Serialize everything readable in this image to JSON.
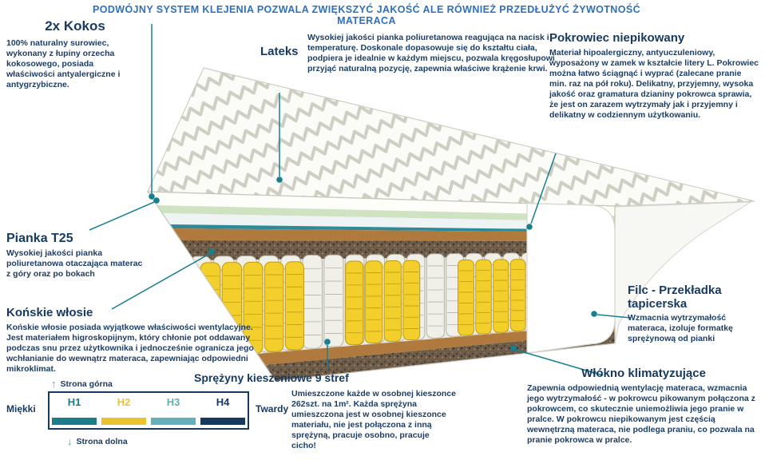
{
  "title": "PODWÓJNY SYSTEM KLEJENIA POZWALA ZWIĘKSZYĆ JAKOŚĆ ALE RÓWNIEŻ PRZEDŁUŻYĆ ŻYWOTNOŚĆ MATERACA",
  "callouts": {
    "kokos": {
      "heading": "2x Kokos",
      "body": "100% naturalny surowiec, wykonany z łupiny orzecha kokosowego, posiada właściwości antyalergiczne i antygrzybiczne."
    },
    "lateks": {
      "heading": "Lateks",
      "body": "Wysokiej jakości pianka poliuretanowa reagująca na nacisk i temperaturę. Doskonale dopasowuje się do kształtu ciała, podpiera je idealnie w każdym miejscu, pozwala kręgosłupowi przyjąć naturalną pozycję, zapewnia właściwe krążenie krwi."
    },
    "pokrowiec": {
      "heading": "Pokrowiec niepikowany",
      "body": "Materiał hipoalergiczny, antyuczuleniowy, wyposażony w zamek w kształcie litery L. Pokrowiec można łatwo ściągnąć i wyprać (zalecane pranie min. raz na pół roku). Delikatny, przyjemny, wysoka jakość oraz gramatura dzianiny pokrowca sprawia, że jest on zarazem wytrzymały jak i przyjemny i delikatny w codziennym użytkowaniu."
    },
    "pianka": {
      "heading": "Pianka T25",
      "body": "Wysokiej jakości pianka poliuretanowa otaczająca materac z góry oraz po bokach"
    },
    "konskie": {
      "heading": "Końskie włosie",
      "body": "Końskie włosie posiada wyjątkowe właściwości wentylacyjne. Jest materiałem higroskopijnym, który chłonie pot oddawany podczas snu przez użytkownika i jednocześnie ogranicza jego wchłanianie do wewnątrz materaca, zapewniając odpowiedni mikroklimat."
    },
    "sprezyny": {
      "heading": "Sprężyny kieszeniowe 9 stref",
      "body": "Umieszczone każde w osobnej kieszonce 262szt. na 1m². Każda sprężyna umieszczona jest w osobnej kieszonce materiału, nie jest połączona z inną sprężyną, pracuje osobno, pracuje cicho!"
    },
    "filc": {
      "heading": "Filc - Przekładka tapicerska",
      "body": "Wzmacnia wytrzymałość materaca, izoluje formatkę sprężynową od pianki"
    },
    "wlokno": {
      "heading": "Włókno klimatyzujące",
      "body": "Zapewnia odpowiednią wentylację materaca, wzmacnia jego wytrzymałość - w pokrowcu pikowanym połączona z pokrowcem, co skutecznie uniemożliwia jego pranie w pralce. W pokrowcu niepikowanym jest częścią wewnętrzną materaca, nie podlega praniu, co pozwala na pranie pokrowca w pralce."
    }
  },
  "hardness_scale": {
    "soft_label": "Miękki",
    "hard_label": "Twardy",
    "top_side_label": "Strona górna",
    "bottom_side_label": "Strona dolna",
    "levels": [
      {
        "label": "H1",
        "color": "#1b7d8a"
      },
      {
        "label": "H2",
        "color": "#e9c42e"
      },
      {
        "label": "H3",
        "color": "#64b0b8"
      },
      {
        "label": "H4",
        "color": "#16395f"
      }
    ]
  },
  "icons": {
    "up_arrow": "↑",
    "down_arrow": "↓"
  },
  "colors": {
    "title_blue": "#2e6fbe",
    "navy_text": "#16395f",
    "callout_teal": "#17808e",
    "spring_yellow": "#f3cf2b",
    "coconut_brown": "#b07a3f",
    "latex_green": "#cfe3c2"
  }
}
